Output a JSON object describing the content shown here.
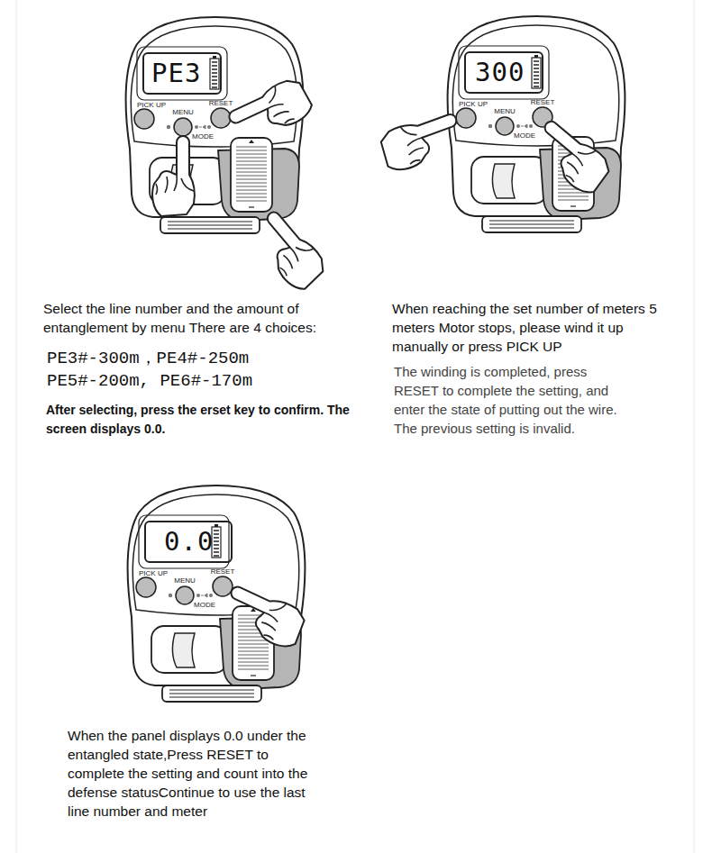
{
  "diagram": {
    "nodes": [
      {
        "text": [
          "PICK UP",
          "MENU",
          "RESET",
          "MODE"
        ]
      },
      {
        "text": [
          "PE3"
        ],
        "in": 0
      },
      {
        "text": [
          "PICK UP",
          "MENU",
          "RESET",
          "MODE"
        ]
      },
      {
        "text": [
          "300"
        ],
        "in": 2
      },
      {
        "text": [
          "PICK UP",
          "MENU",
          "RESET",
          "MODE"
        ]
      },
      {
        "text": [
          "0.0"
        ],
        "in": 4
      }
    ],
    "labels": [
      "Select the line number and the amount of entanglement by menu There are 4 choices:",
      "PE3#-300m，PE4#-250m",
      "PE5#-200m, PE6#-170m",
      "After selecting, press the erset key to confirm. The screen displays 0.0.",
      "When reaching the set number of meters 5 meters Motor stops, please wind it up manually or press PICK UP",
      "The winding is completed, press RESET to complete the setting, and enter the state of putting out the wire. The previous setting is invalid.",
      "When the panel displays 0.0 under the entangled state,Press RESET to complete the setting and count into the defense statusContinue to use the last line number and meter"
    ]
  }
}
